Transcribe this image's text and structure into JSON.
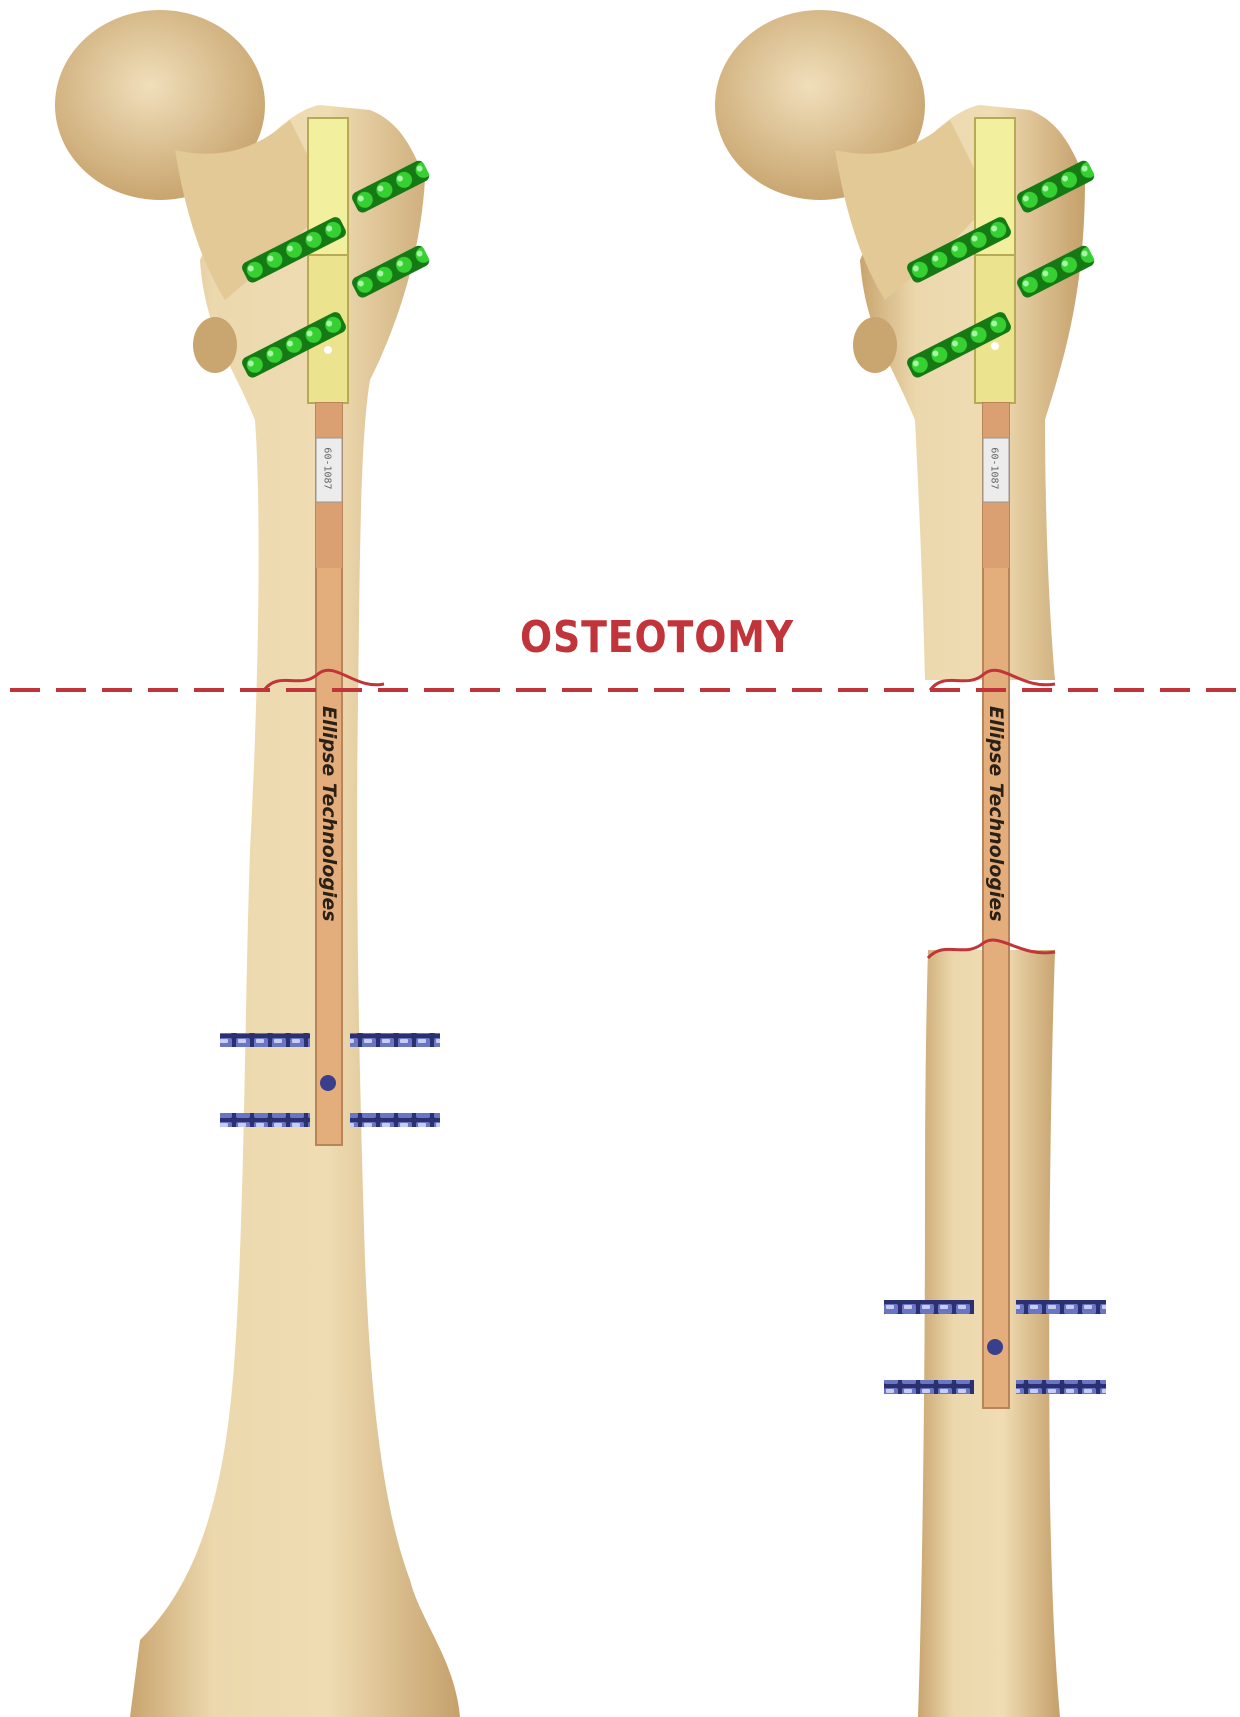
{
  "annotation": {
    "osteotomy_label": "OSTEOTOMY"
  },
  "nail": {
    "brand_text": "Ellipse Technologies",
    "tag_text": "60-1087"
  },
  "colors": {
    "bone": "#e8d3a7",
    "bone_shade": "#caa877",
    "nail_upper": "#f0ed9c",
    "nail_lower": "#e0a978",
    "proximal_screws": "#2db42a",
    "distal_screws": "#4c56a8",
    "osteotomy_line": "#c0343a"
  },
  "icons": [
    "proximal-screw-icon",
    "distal-screw-icon",
    "osteotomy-cut-icon"
  ]
}
